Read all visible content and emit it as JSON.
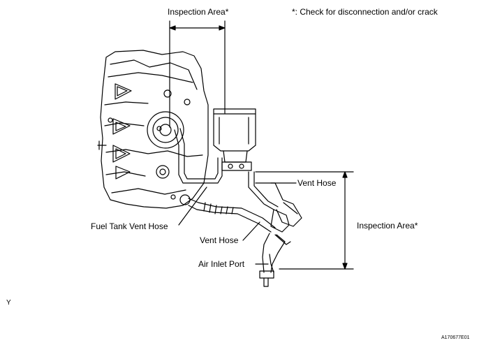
{
  "labels": {
    "inspection_area_top": "Inspection Area*",
    "note": "*: Check for disconnection and/or crack",
    "vent_hose_right": "Vent Hose",
    "inspection_area_right": "Inspection Area*",
    "fuel_tank_vent_hose": "Fuel Tank Vent Hose",
    "vent_hose_lower": "Vent Hose",
    "air_inlet_port": "Air Inlet Port",
    "side_mark": "Y",
    "figure_id": "A170677E01"
  }
}
